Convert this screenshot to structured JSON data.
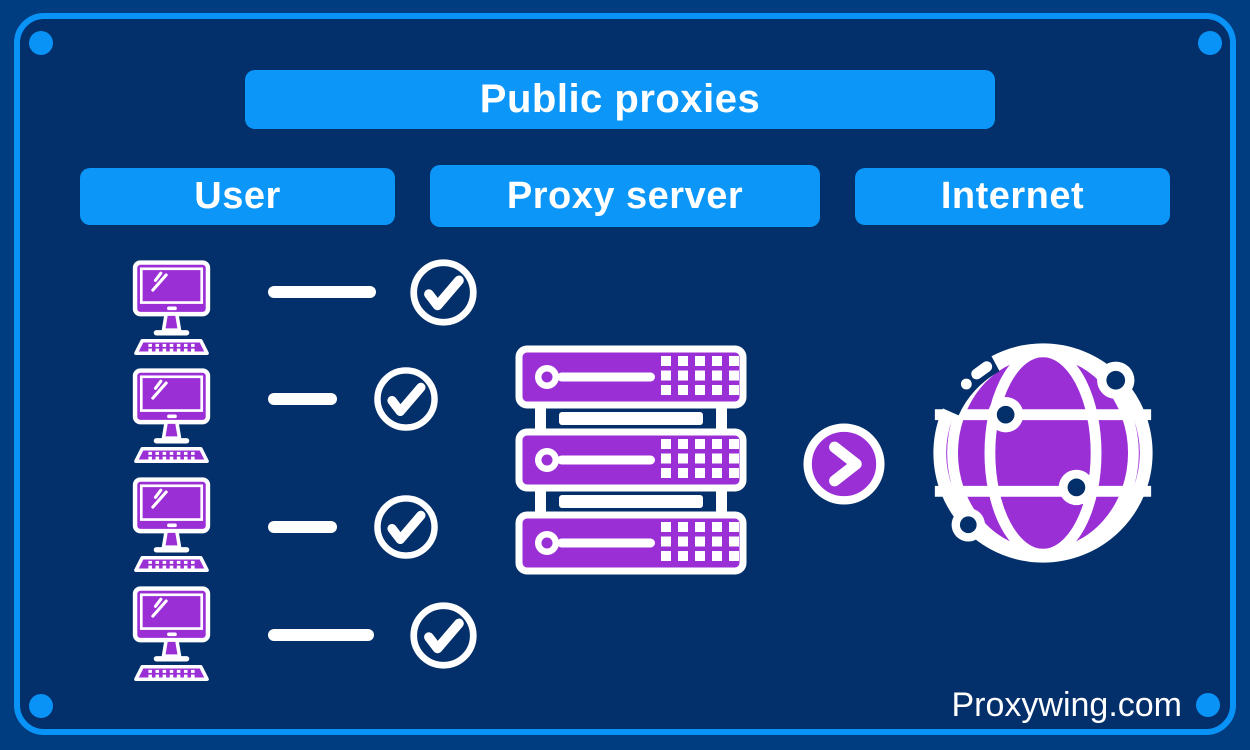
{
  "title": "Public proxies",
  "columns": {
    "user": "User",
    "proxy_server": "Proxy server",
    "internet": "Internet"
  },
  "watermark": "Proxywing.com",
  "user_machines": 4,
  "icons": {
    "user_machine": "desktop-computer-icon",
    "connection": "dash-connector",
    "status": "checkmark-circle-icon",
    "proxy": "server-rack-icon",
    "flow": "chevron-right-circle-icon",
    "internet": "globe-network-icon",
    "corner": "corner-dot"
  },
  "colors": {
    "outer": "#003d80",
    "panel": "#032f6a",
    "line": "#0a93f7",
    "banner": "#0b96f8",
    "purple": "#9b2fd6",
    "text": "#ffffff"
  }
}
